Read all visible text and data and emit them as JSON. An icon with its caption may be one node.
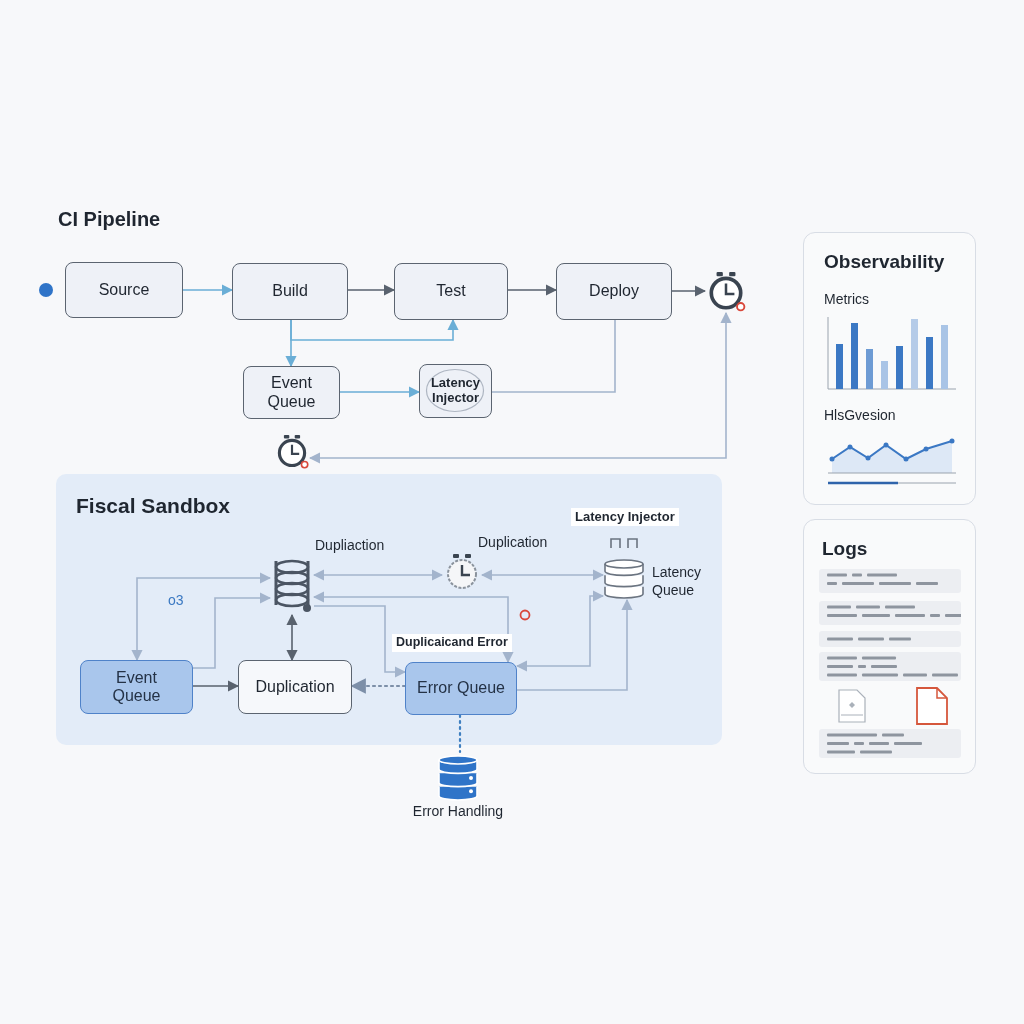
{
  "diagram": {
    "nodes": [
      {
        "text": [
          "Source"
        ]
      },
      {
        "text": [
          "Build"
        ]
      },
      {
        "text": [
          "Test"
        ]
      },
      {
        "text": [
          "Deploy"
        ]
      },
      {
        "text": [],
        "shape": "clock"
      },
      {
        "text": [
          "Event Queue"
        ]
      },
      {
        "text": [
          "Latency Injector"
        ]
      },
      {
        "text": [],
        "shape": "clock"
      },
      {
        "text": [
          "Fiscal Sandbox"
        ]
      },
      {
        "text": [],
        "shape": "coil",
        "in": 8,
        "beside": [
          "Dupliaction"
        ]
      },
      {
        "text": [],
        "shape": "clock",
        "in": 8,
        "beside": [
          "Duplication"
        ]
      },
      {
        "text": [],
        "shape": "cylinder",
        "in": 8,
        "beside": [
          "Latency Injector",
          "Latency Queue"
        ]
      },
      {
        "text": [
          "Event Queue"
        ],
        "in": 8
      },
      {
        "text": [
          "Duplication"
        ],
        "in": 8
      },
      {
        "text": [
          "Error Queue"
        ],
        "in": 8,
        "beside": [
          "Duplicaicand Error"
        ]
      },
      {
        "text": [],
        "shape": "cylinder",
        "beside": [
          "Error Handling"
        ]
      },
      {
        "text": [
          "Observability",
          "Metrics",
          "HlsGvesion"
        ]
      },
      {
        "text": [
          "Logs"
        ]
      }
    ],
    "edges": [
      {
        "from": 0,
        "to": 1,
        "arrow": "to",
        "color": "#6aaed6"
      },
      {
        "from": 1,
        "to": 2,
        "arrow": "to",
        "color": "#59626e"
      },
      {
        "from": 2,
        "to": 3,
        "arrow": "to",
        "color": "#59626e"
      },
      {
        "from": 3,
        "to": 4,
        "arrow": "to",
        "color": "#59626e"
      },
      {
        "from": 1,
        "to": 5,
        "arrow": "to",
        "color": "#6aaed6"
      },
      {
        "from": 1,
        "to": 2,
        "arrow": "to",
        "color": "#6aaed6"
      },
      {
        "from": 5,
        "to": 6,
        "arrow": "to",
        "color": "#6aaed6"
      },
      {
        "from": 6,
        "to": 3,
        "arrow": "none"
      },
      {
        "from": 7,
        "to": 4,
        "arrow": "both"
      },
      {
        "from": 12,
        "to": 9,
        "arrow": "both"
      },
      {
        "from": 12,
        "to": 9,
        "arrow": "to"
      },
      {
        "from": 9,
        "to": 10,
        "arrow": "both"
      },
      {
        "from": 10,
        "to": 11,
        "arrow": "both"
      },
      {
        "from": 9,
        "to": 14,
        "arrow": "both"
      },
      {
        "from": 9,
        "to": 14,
        "arrow": "to"
      },
      {
        "from": 12,
        "to": 13,
        "arrow": "to",
        "color": "#59626e"
      },
      {
        "from": 14,
        "to": 13,
        "arrow": "to",
        "style": "dashed",
        "color": "#7d8fa8"
      },
      {
        "from": 11,
        "to": 14,
        "arrow": "both"
      },
      {
        "from": 14,
        "to": 11,
        "arrow": "to"
      },
      {
        "from": 9,
        "to": 13,
        "arrow": "both",
        "color": "#59626e"
      },
      {
        "from": 14,
        "to": 15,
        "arrow": "none",
        "style": "dashed",
        "color": "#3f7fc0"
      }
    ],
    "labels": [
      "CI Pipeline",
      "o3"
    ]
  }
}
